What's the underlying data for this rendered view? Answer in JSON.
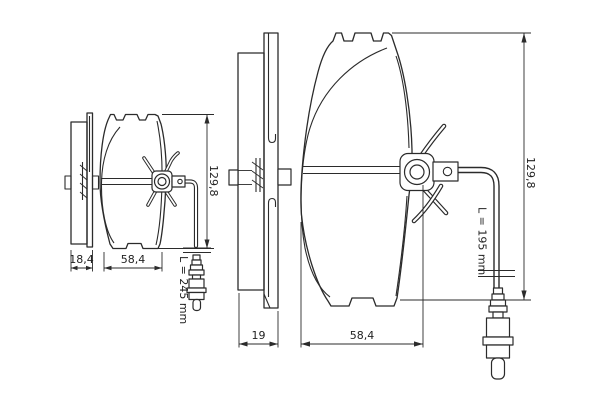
{
  "drawing": {
    "type": "brake-pad-set-technical-drawing",
    "background_color": "#ffffff",
    "line_color": "#2b2b2b",
    "labels": {
      "small_pad_thickness": "18,4",
      "small_pad_width": "58,4",
      "small_pad_height": "129,8",
      "small_pad_sensor_length": "L = 245 mm",
      "edge_view_thickness": "19",
      "large_pad_width": "58,4",
      "large_pad_height": "129,8",
      "large_pad_sensor_length": "L = 195 mm"
    }
  }
}
